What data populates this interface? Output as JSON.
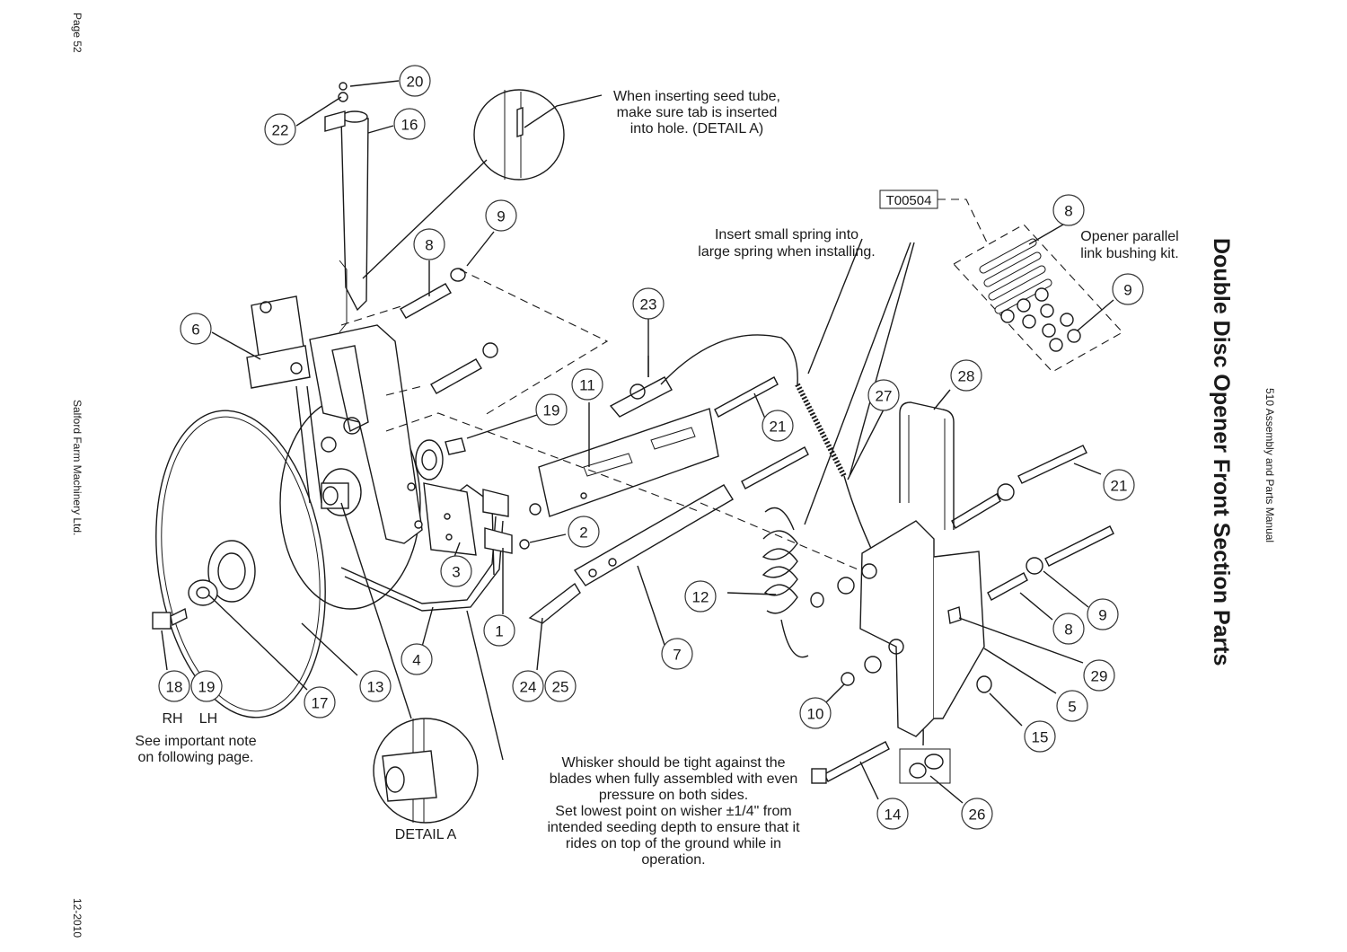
{
  "page": {
    "page_number": "Page 52",
    "company": "Salford Farm Machinery Ltd.",
    "date": "12-2010",
    "manual_title": "510 Assembly and Parts Manual",
    "section_title": "Double Disc Opener Front Section Parts"
  },
  "notes": {
    "seed_tube": [
      "When inserting seed tube,",
      "make sure tab is inserted",
      "into hole. (DETAIL A)"
    ],
    "small_spring": [
      "Insert small spring into",
      "large spring when installing."
    ],
    "bushing_kit": [
      "Opener parallel",
      "link bushing kit."
    ],
    "kit_code": "T00504",
    "blade_sides": [
      "RH",
      "LH"
    ],
    "important": [
      "See important note",
      "on following page."
    ],
    "detail_label": "DETAIL A",
    "whisker": [
      "Whisker should be tight against the",
      "blades when fully assembled with even",
      "pressure on both sides.",
      "Set lowest point on wisher ±1/4\" from",
      "intended seeding depth to ensure that it",
      "rides on top of the ground while in",
      "operation."
    ]
  },
  "callouts": [
    "20",
    "22",
    "16",
    "9",
    "8",
    "6",
    "23",
    "11",
    "19",
    "21",
    "27",
    "28",
    "8",
    "9",
    "2",
    "3",
    "1",
    "4",
    "12",
    "7",
    "24",
    "25",
    "18",
    "19",
    "17",
    "13",
    "10",
    "21",
    "9",
    "8",
    "29",
    "5",
    "15",
    "14",
    "26"
  ]
}
